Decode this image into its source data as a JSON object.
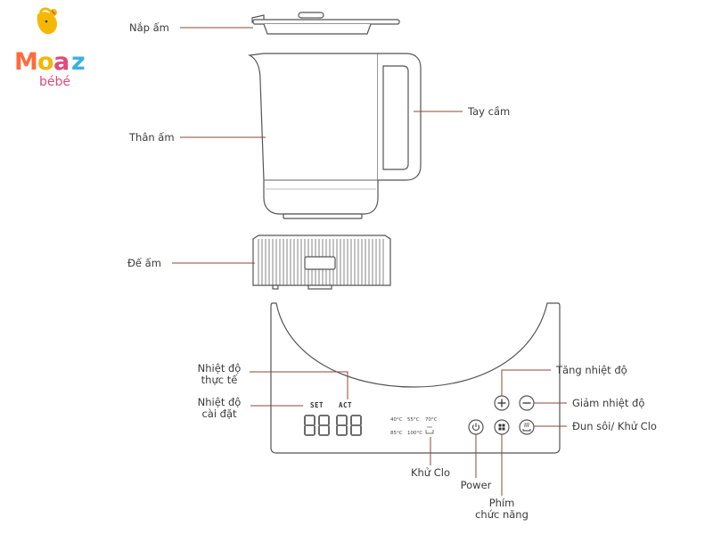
{
  "logo": {
    "letters": [
      "M",
      "o",
      "a",
      "z"
    ],
    "letter_colors": [
      "#ff6a3d",
      "#f2b705",
      "#e04a7a",
      "#3ab0e2"
    ],
    "sub": "bébé",
    "mascot_color": "#f5b800"
  },
  "parts": {
    "lid": "Nắp ấm",
    "body": "Thân ấm",
    "handle": "Tay cầm",
    "base": "Đế ấm"
  },
  "panel": {
    "actual_temp": [
      "Nhiệt độ",
      "thực tế"
    ],
    "set_temp": [
      "Nhiệt độ",
      "cài đặt"
    ],
    "set": "SET",
    "act": "ACT",
    "temps_row1": [
      "40°C",
      "55°C",
      "70°C"
    ],
    "temps_row2": [
      "85°C",
      "100°C"
    ],
    "increase": "Tăng nhiệt độ",
    "decrease": "Giảm nhiệt độ",
    "boil": "Đun sôi/ Khử Clo",
    "dechlorine": "Khử Clo",
    "power": "Power",
    "function": [
      "Phím",
      "chức năng"
    ]
  },
  "colors": {
    "leader": "#8a4a3a",
    "outline": "#555555"
  }
}
